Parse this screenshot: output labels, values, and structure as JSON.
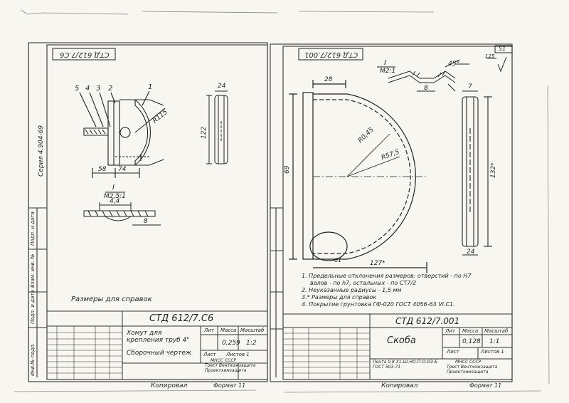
{
  "left_sheet": {
    "top_code": "СТД 612/7.С6",
    "side_series": "Серия 4.904-69",
    "callouts": [
      "5",
      "4",
      "3",
      "2",
      "1"
    ],
    "radius_label": "R115",
    "height_label": "122",
    "flange_label": "24",
    "width_58": "58",
    "width_74": "74",
    "section_mark": "I",
    "section_scale": "М2,5:1",
    "section_dim": "4,4",
    "section_dim2": "8",
    "reference_note": "Размеры для справок",
    "stamp": {
      "code": "СТД 612/7.С6",
      "title": "Хомут для крепления труб 4\"",
      "subtitle": "Сборочный чертеж",
      "head_lit": "Лит",
      "head_mass": "Масса",
      "head_scale": "Масштаб",
      "mass": "0,259",
      "scale": "1:2",
      "sheet": "Лист",
      "sheets": "Листов 1",
      "org1": "МНСС СССР",
      "org2": "Трест Венткожзащита",
      "org3": "Проектхимзащита"
    },
    "side_blocks": [
      "Инв.№ подл.",
      "Подп. и дата",
      "Взам. инв. №",
      "Подп. и дата"
    ],
    "copied": "Копировал",
    "format": "Формат 11"
  },
  "right_sheet": {
    "top_code": "СТД 612/7.001",
    "sheet_num": "51",
    "roughness": "125",
    "section_mark": "I",
    "section_scale": "М2:1",
    "angle_label": "45°",
    "dim_8": "8",
    "dim_28": "28",
    "dim_7": "7",
    "r_inner": "R0,45",
    "r_outer": "R57,5",
    "height_69": "69",
    "height_132": "132*",
    "flange_24": "24",
    "width_127": "127*",
    "dim_61": "61",
    "notes": [
      "1. Предельные отклонения размеров: отверстий - по Н7",
      "валов - по h7, остальных - по СТ7/2",
      "2. Неуказанные радиусы - 1,5 мм",
      "3.* Размеры для справок",
      "4. Покрытие грунтовка ГФ-020 ГОСТ 4056-63 VI.С1."
    ],
    "stamp": {
      "code": "СТД 612/7.001",
      "title": "Скоба",
      "material": "Лента 0,8 Х1-Ш-НО-П-О-О3-Б ГОСТ 503-71",
      "head_lit": "Лит",
      "head_mass": "Масса",
      "head_scale": "Масштаб",
      "mass": "0,128",
      "scale": "1:1",
      "sheet": "Лист",
      "sheets": "Листов 1",
      "org1": "МНСС СССР",
      "org2": "Трест Венткожзащита",
      "org3": "Проектхимзащита"
    },
    "copied": "Копировал",
    "format": "Формат 11"
  }
}
